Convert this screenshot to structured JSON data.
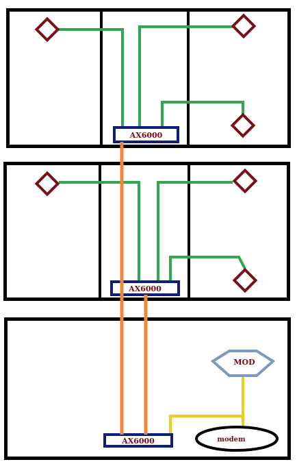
{
  "labels": {
    "router_top": "AX6000",
    "router_middle": "AX6000",
    "router_bottom": "AX6000",
    "mod": "MOD",
    "modem": "modem"
  },
  "colors": {
    "walls": "#000000",
    "access_point": "#7a0f1a",
    "router_box": "#0d1f7a",
    "green_cable": "#2fa84f",
    "orange_cable": "#f0883a",
    "yellow_cable": "#f2cc1a",
    "mod_hexagon": "#7d9bbf",
    "label_text": "#7a0a14"
  }
}
